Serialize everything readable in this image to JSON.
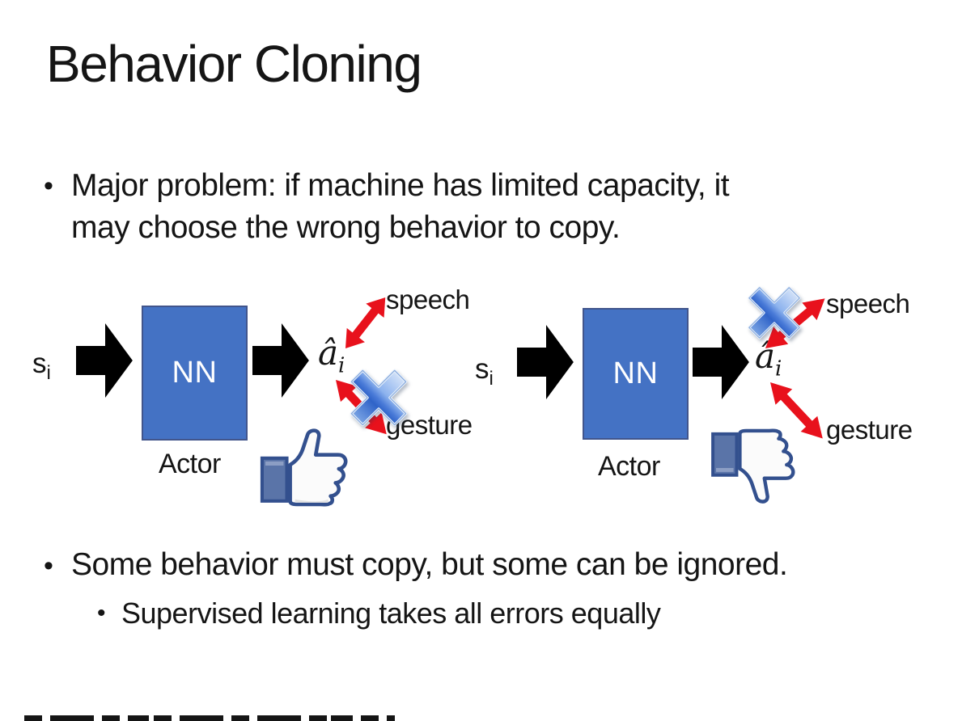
{
  "slide_title": "Behavior Cloning",
  "bullets": {
    "marker": "•",
    "b1_lines": [
      "Major problem: if machine has limited capacity, it",
      "may choose the wrong behavior to copy."
    ],
    "b2": "Some behavior must copy, but some can be ignored.",
    "b2_sub": "Supervised learning takes all errors equally"
  },
  "diagram_left": {
    "input": "s",
    "input_sub": "i",
    "nn": "NN",
    "output": "â",
    "output_sub": "i",
    "actor": "Actor",
    "speech": "speech",
    "gesture": "gesture",
    "crossed_out": "gesture",
    "feedback_icon": "thumbs-up"
  },
  "diagram_right": {
    "input": "s",
    "input_sub": "i",
    "nn": "NN",
    "output": "â",
    "output_sub": "i",
    "actor": "Actor",
    "speech": "speech",
    "gesture": "gesture",
    "crossed_out": "speech",
    "feedback_icon": "thumbs-down"
  },
  "colors": {
    "background": "#ffffff",
    "text": "#151515",
    "nn_box": "#4472c4",
    "nn_box_border": "#41558c",
    "arrow_black": "#000000",
    "arrow_red": "#e8111c",
    "cross_blue_light": "#c9dcf6",
    "cross_blue_mid": "#6f9ee6",
    "cross_blue_dark": "#2f63c8",
    "thumb_outline": "#33508e",
    "thumb_cuff": "#5a74a8",
    "thumb_hand": "#fbfbfb"
  }
}
